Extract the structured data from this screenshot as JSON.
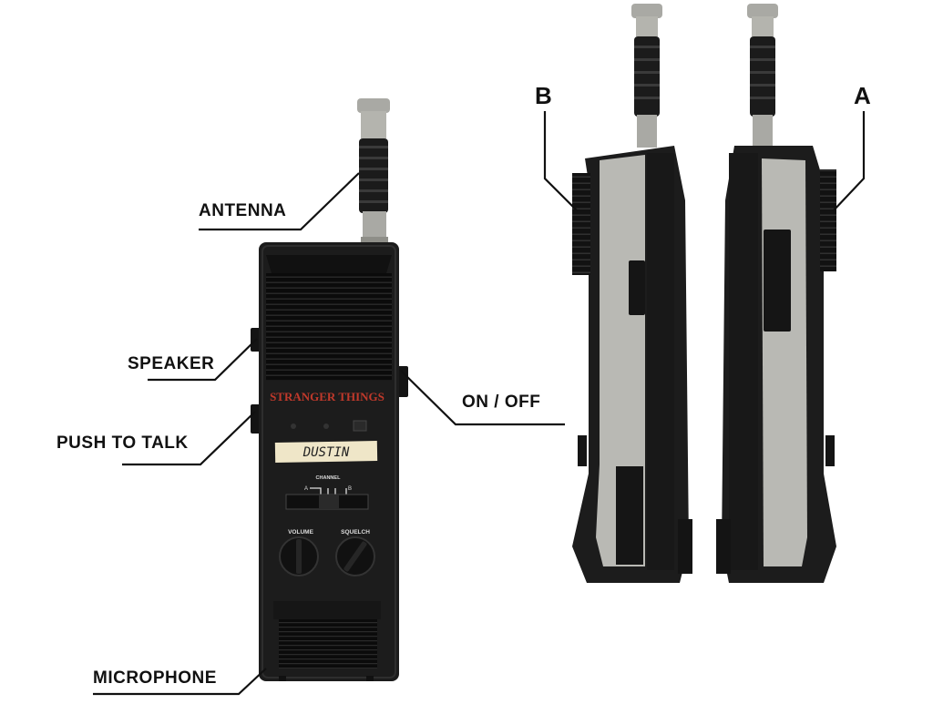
{
  "callouts": {
    "antenna": "ANTENNA",
    "speaker": "SPEAKER",
    "push_to_talk": "PUSH TO TALK",
    "on_off": "ON / OFF",
    "microphone": "MICROPHONE"
  },
  "device": {
    "brand": "STRANGER THINGS",
    "name_tag": "DUSTIN",
    "channel_label": "CHANNEL",
    "channel_a": "A",
    "channel_b": "B",
    "volume_label": "VOLUME",
    "squelch_label": "SQUELCH"
  },
  "side_views": {
    "left": "B",
    "right": "A"
  },
  "colors": {
    "body": "#1a1a1a",
    "body_edge": "#2b2b2b",
    "grille": "#0d0d0d",
    "panel_gray": "#b9b9b4",
    "antenna_gray": "#a8a8a2",
    "brand_red": "#c0392b",
    "tag": "#efe6c8"
  }
}
